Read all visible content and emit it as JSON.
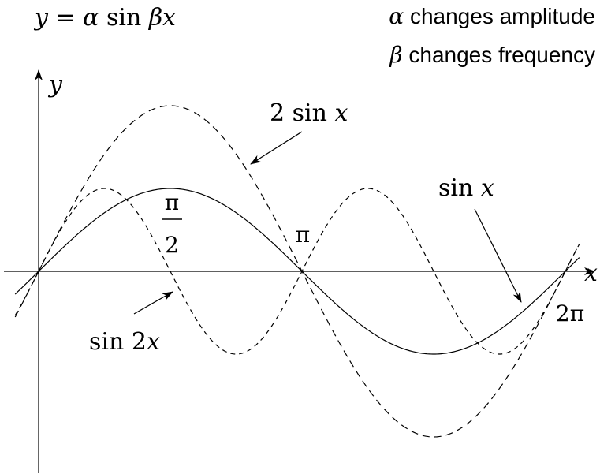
{
  "chart_data": {
    "type": "line",
    "header": {
      "equation": {
        "lhs": "y",
        "eq": " = ",
        "alpha": "α",
        "fn": " sin ",
        "beta": "β",
        "var": "x"
      },
      "note_alpha": {
        "symbol": "α",
        "text": " changes amplitude"
      },
      "note_beta": {
        "symbol": "β",
        "text": " changes frequency"
      }
    },
    "xlabel": "x",
    "ylabel": "y",
    "xlim": [
      -0.28,
      6.45
    ],
    "ylim": [
      -2.4,
      2.35
    ],
    "tick_labels": {
      "half_pi": {
        "num": "π",
        "den": "2",
        "x": 1.5708
      },
      "pi": {
        "text": "π",
        "x": 3.1416
      },
      "two_pi": {
        "text": "2π",
        "x": 6.2832
      }
    },
    "series": [
      {
        "name": "sin x",
        "func": "sin",
        "amplitude": 1,
        "frequency": 1,
        "dash": "solid",
        "label": {
          "fn": "sin ",
          "arg": "x"
        }
      },
      {
        "name": "2 sin x",
        "func": "sin",
        "amplitude": 2,
        "frequency": 1,
        "dash": "long",
        "label": {
          "coef": "2",
          "fn": " sin ",
          "arg": "x"
        }
      },
      {
        "name": "sin 2x",
        "func": "sin",
        "amplitude": 1,
        "frequency": 2,
        "dash": "short",
        "label": {
          "fn": "sin ",
          "coef": "2",
          "arg": "x"
        }
      }
    ]
  }
}
